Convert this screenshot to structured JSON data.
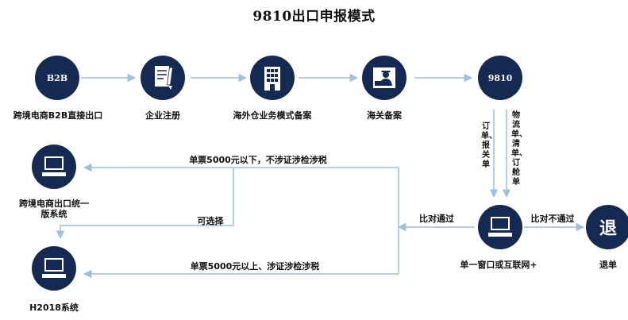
{
  "title": "9810出口申报模式",
  "nodes": {
    "b2b": {
      "circle_text": "B2B",
      "label": "跨境电商B2B直接出口"
    },
    "register": {
      "label": "企业注册"
    },
    "warehouse": {
      "label": "海外仓业务模式备案"
    },
    "customs": {
      "label": "海关备案"
    },
    "n9810": {
      "circle_text": "9810"
    },
    "window": {
      "label": "单一窗口或互联网+"
    },
    "refund": {
      "circle_text": "退",
      "label": "退单"
    },
    "unified": {
      "label_line1": "跨境电商出口统一",
      "label_line2": "版系统"
    },
    "h2018": {
      "label": "H2018系统"
    }
  },
  "edges": {
    "down_left": "订单、报关单",
    "down_right": "物流单、清单、订舱单",
    "pass": "比对通过",
    "fail": "比对不通过",
    "below_5000": "单票5000元以下，不涉证涉检涉税",
    "above_5000": "单票5000元以上、涉证涉检涉税",
    "optional": "可选择"
  },
  "colors": {
    "node": "#152a52",
    "arrow": "#9cc0de"
  }
}
